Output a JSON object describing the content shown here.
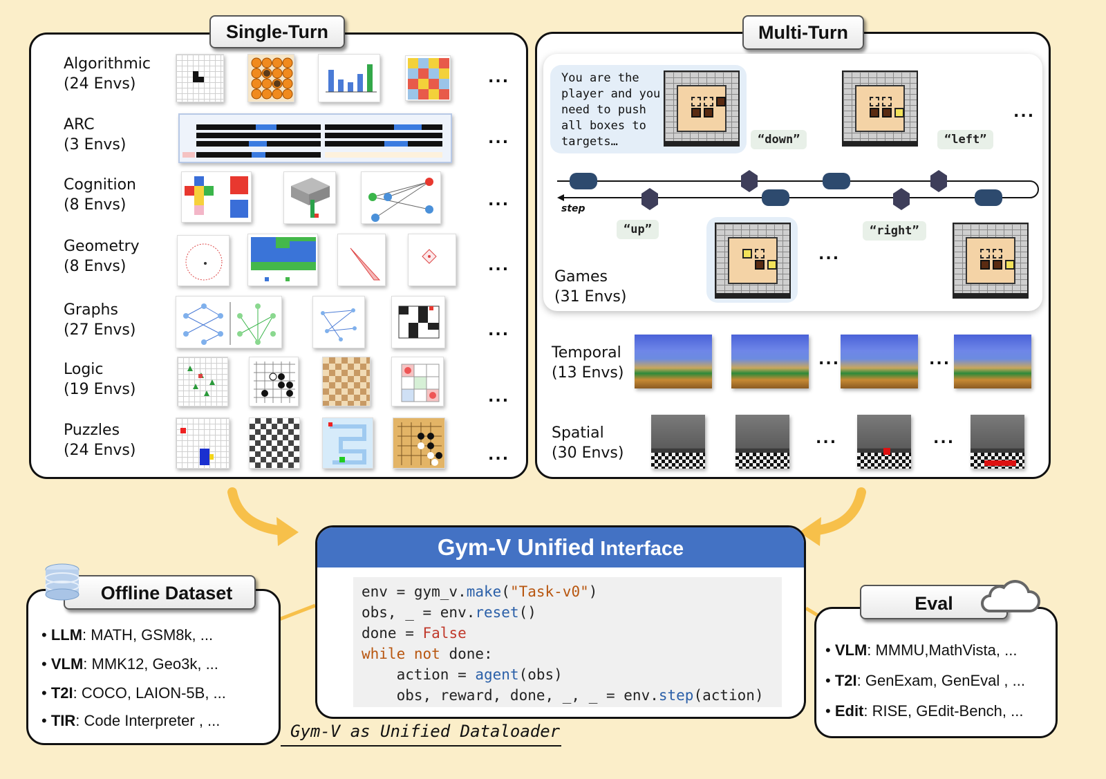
{
  "single_turn": {
    "title": "Single-Turn",
    "rows": [
      {
        "name": "Algorithmic",
        "count": "(24 Envs)"
      },
      {
        "name": "ARC",
        "count": "(3 Envs)"
      },
      {
        "name": "Cognition",
        "count": "(8 Envs)"
      },
      {
        "name": "Geometry",
        "count": "(8 Envs)"
      },
      {
        "name": "Graphs",
        "count": "(27 Envs)"
      },
      {
        "name": "Logic",
        "count": "(19 Envs)"
      },
      {
        "name": "Puzzles",
        "count": "(24 Envs)"
      }
    ],
    "ellipsis": "..."
  },
  "multi_turn": {
    "title": "Multi-Turn",
    "prompt": [
      "You are the",
      "player and you",
      "need to push",
      "all boxes to",
      "targets…"
    ],
    "actions": {
      "down": "“down”",
      "left": "“left”",
      "up": "“up”",
      "right": "“right”"
    },
    "step_label": "step",
    "games": {
      "name": "Games",
      "count": "(31 Envs)"
    },
    "temporal": {
      "name": "Temporal",
      "count": "(13 Envs)"
    },
    "spatial": {
      "name": "Spatial",
      "count": "(30 Envs)"
    },
    "ellipsis": "..."
  },
  "interface": {
    "title_main": "Gym-V Unified",
    "title_rest": " Interface",
    "code": {
      "l1a": "env = gym_v.",
      "l1b": "make",
      "l1c": "(",
      "l1d": "\"Task-v0\"",
      "l1e": ")",
      "l2a": "obs, _ = env.",
      "l2b": "reset",
      "l2c": "()",
      "l3a": "done = ",
      "l3b": "False",
      "l4a": "while",
      "l4b": " not",
      "l4c": " done:",
      "l5a": "    action = ",
      "l5b": "agent",
      "l5c": "(obs)",
      "l6a": "    obs, reward, done, _, _ = env.",
      "l6b": "step",
      "l6c": "(action)"
    }
  },
  "offline": {
    "title": "Offline Dataset",
    "items": [
      {
        "key": "LLM",
        "val": ": MATH, GSM8k, ..."
      },
      {
        "key": "VLM",
        "val": ": MMK12, Geo3k, ..."
      },
      {
        "key": "T2I",
        "val": ": COCO, LAION-5B, ..."
      },
      {
        "key": "TIR",
        "val": ": Code Interpreter , ..."
      }
    ]
  },
  "eval": {
    "title": "Eval",
    "items": [
      {
        "key": "VLM",
        "val": ": MMMU,MathVista, ..."
      },
      {
        "key": "T2I",
        "val": ": GenExam, GenEval , ..."
      },
      {
        "key": "Edit",
        "val": ": RISE, GEdit-Bench, ..."
      }
    ]
  },
  "caption": "Gym-V as Unified Dataloader",
  "colors": {
    "accent": "#4372c4",
    "arrow": "#f7c04a",
    "background": "#fbeec9"
  }
}
